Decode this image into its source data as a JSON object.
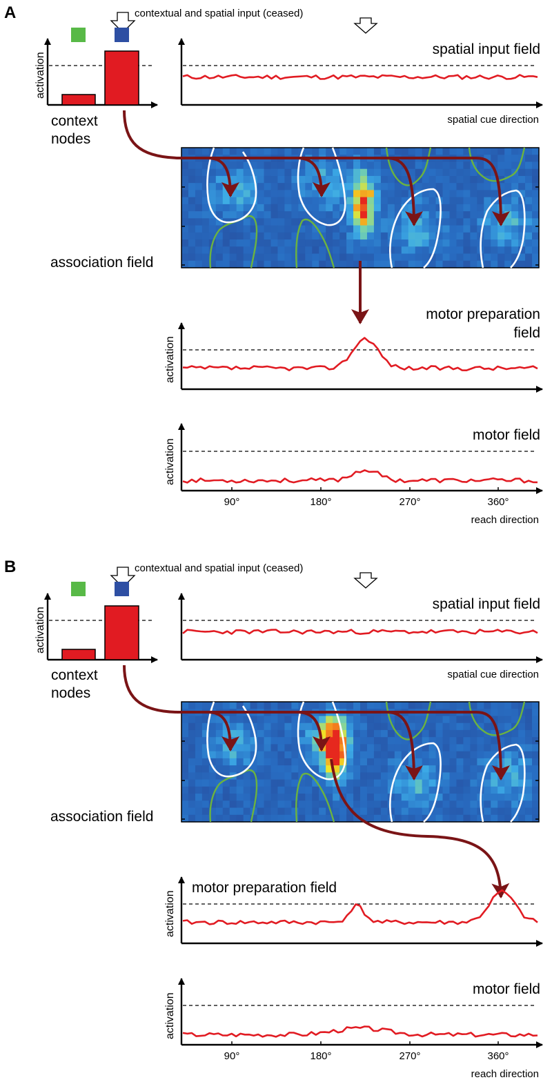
{
  "panels": [
    {
      "letter": "A",
      "header": "contextual and spatial input (ceased)",
      "context": {
        "ylabel": "activation",
        "label_line1": "context",
        "label_line2": "nodes",
        "cue_colors": [
          "#58b947",
          "#2e4fa3"
        ],
        "bar_levels": [
          0.22,
          0.97
        ],
        "threshold": 0.7
      },
      "spatial_input": {
        "title": "spatial input field",
        "xlabel": "spatial cue direction",
        "level": 0.44
      },
      "association": {
        "label": "association field",
        "hotspot_col": 0.51,
        "hotspot_row": 0.48
      },
      "motor_prep": {
        "title_line1": "motor preparation",
        "title_line2": "field",
        "ylabel": "activation",
        "peaks": [
          {
            "center": 0.515,
            "width": 0.05,
            "height": 0.47
          }
        ]
      },
      "motor": {
        "title": "motor field",
        "ylabel": "activation",
        "xlabel": "reach direction",
        "ticks": [
          "90°",
          "180°",
          "270°",
          "360°"
        ],
        "peaks": [
          {
            "center": 0.515,
            "width": 0.05,
            "height": 0.17
          }
        ]
      }
    },
    {
      "letter": "B",
      "header": "contextual and spatial input (ceased)",
      "context": {
        "ylabel": "activation",
        "label_line1": "context",
        "label_line2": "nodes",
        "cue_colors": [
          "#58b947",
          "#2e4fa3"
        ],
        "bar_levels": [
          0.22,
          0.97
        ],
        "threshold": 0.7
      },
      "spatial_input": {
        "title": "spatial input field",
        "xlabel": "spatial cue direction",
        "level": 0.44
      },
      "association": {
        "label": "association field",
        "hotspot_col": 0.43,
        "hotspot_row": 0.41
      },
      "motor_prep": {
        "title_line1": "motor preparation field",
        "title_line2": "",
        "ylabel": "activation",
        "peaks": [
          {
            "center": 0.49,
            "width": 0.03,
            "height": 0.26
          },
          {
            "center": 0.9,
            "width": 0.05,
            "height": 0.48
          }
        ]
      },
      "motor": {
        "title": "motor field",
        "ylabel": "activation",
        "xlabel": "reach direction",
        "ticks": [
          "90°",
          "180°",
          "270°",
          "360°"
        ],
        "peaks": [
          {
            "center": 0.5,
            "width": 0.1,
            "height": 0.1
          }
        ]
      }
    }
  ]
}
